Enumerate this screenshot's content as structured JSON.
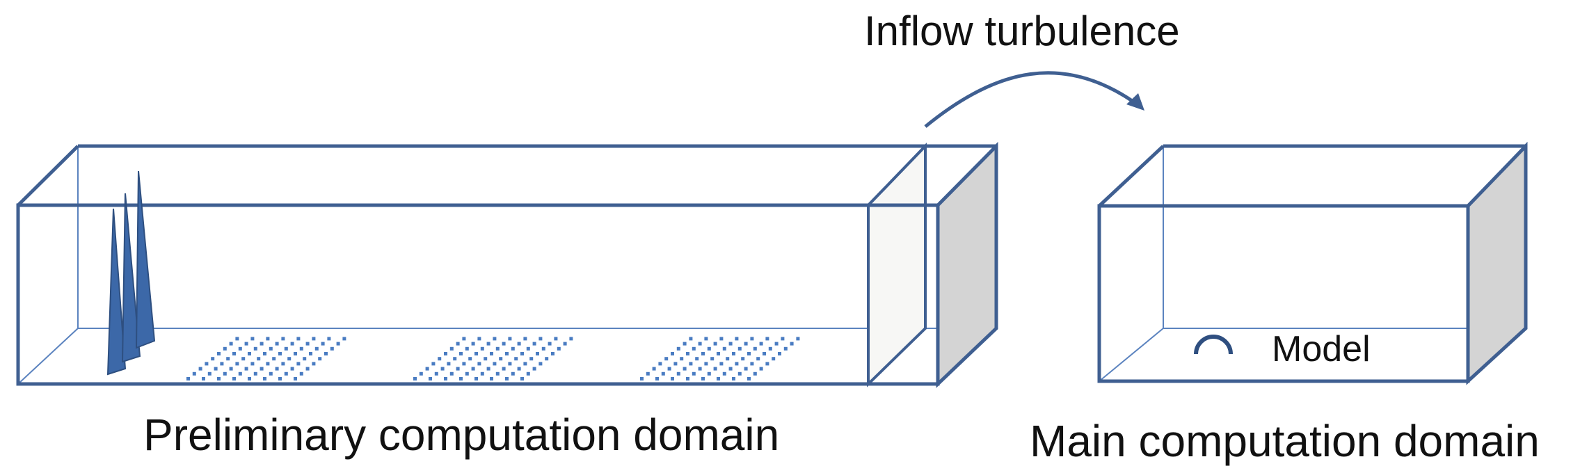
{
  "labels": {
    "inflow": "Inflow turbulence",
    "model": "Model",
    "preliminary": "Preliminary computation domain",
    "main": "Main computation domain"
  },
  "colors": {
    "edge": "#3f5f91",
    "edge_light": "#5b83bf",
    "spire_fill": "#3c68a8",
    "roughness": "#4a7cc2",
    "side_face": "#d4d4d4",
    "inlet_face": "#f7f7f5",
    "text": "#111111"
  },
  "elements": {
    "spire_count": 3,
    "roughness_groups": 3
  }
}
